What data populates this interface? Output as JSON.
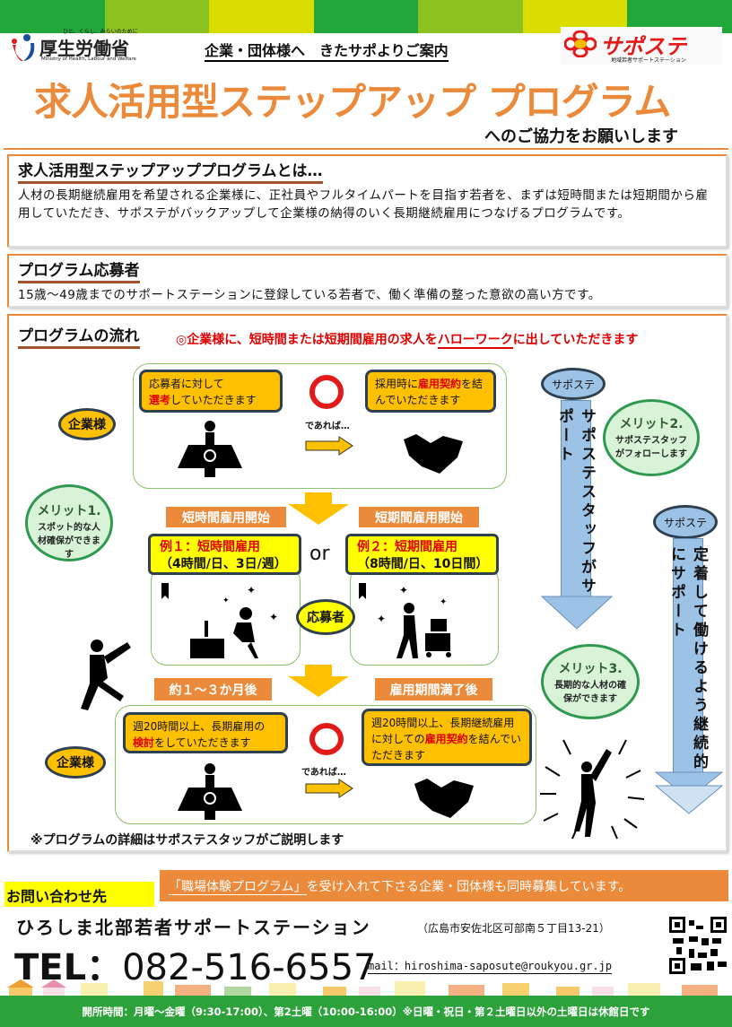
{
  "colors": {
    "stripe": [
      "#22a83a",
      "#8cc21f",
      "#d9de00",
      "#22a83a",
      "#8cc21f",
      "#d9de00",
      "#22a83a"
    ],
    "accent": "#ec8a3b",
    "footer": "#2ea23a"
  },
  "header": {
    "mhlw_tagline": "ひと、くらし、みらいのために",
    "mhlw_name": "厚生労働省",
    "mhlw_en": "Ministry of Health, Labour and Welfare",
    "subtitle": "企業・団体様へ　きたサポよりご案内",
    "saposute_logo": "サポステ",
    "saposute_sub": "地域若者サポートステーション",
    "title": "求人活用型ステップアップ プログラム",
    "title_sub": "へのご協力をお願いします"
  },
  "section1": {
    "heading": "求人活用型ステップアッププログラムとは…",
    "body": "人材の長期継続雇用を希望される企業様に、正社員やフルタイムパートを目指す若者を、まずは短時間または短期間から雇用していただき、サポステがバックアップして企業様の納得のいく長期継続雇用につなげるプログラムです。"
  },
  "section2": {
    "heading": "プログラム応募者",
    "body": "15歳～49歳までのサポートステーションに登録している若者で、働く準備の整った意欲の高い方です。"
  },
  "flow": {
    "heading": "プログラムの流れ",
    "note_pre": "◎企業様に、短時間または短期間雇用の求人を",
    "note_link": "ハローワーク",
    "note_post": "に出していただきます",
    "company": "企業様",
    "applicant": "応募者",
    "if_ok": "であれば…",
    "step1_left_a": "応募者に対して",
    "step1_left_red": "選考",
    "step1_left_b": "していただきます",
    "step1_right_a": "採用時に",
    "step1_right_red": "雇用契約",
    "step1_right_b": "を結んでいただきます",
    "label_short_time": "短時間雇用開始",
    "label_short_term": "短期間雇用開始",
    "ex1_title": "例１：短時間雇用",
    "ex1_detail": "（4時間/日、3日/週）",
    "ex2_title": "例２：短期間雇用",
    "ex2_detail": "（8時間/日、10日間）",
    "or": "or",
    "label_after": "約１～３か月後",
    "label_end": "雇用期間満了後",
    "step3_left_a": "週20時間以上、長期雇用の",
    "step3_left_red": "検討",
    "step3_left_b": "をしていただきます",
    "step3_right_a": "週20時間以上、長期継続雇用に対しての",
    "step3_right_red": "雇用契約",
    "step3_right_b": "を結んでいただきます",
    "saposute": "サポステ",
    "support_bar1": "サポステスタッフがサポート",
    "support_bar2": "定着して働けるよう継続的にサポート",
    "merit1_title": "メリット1.",
    "merit1_body": "スポット的な人材確保ができます",
    "merit2_title": "メリット2.",
    "merit2_body": "サポステスタッフがフォローします",
    "merit3_title": "メリット3.",
    "merit3_body": "長期的な人材の確保ができます",
    "footnote": "※プログラムの詳細はサポステスタッフがご説明します"
  },
  "contact": {
    "label": "お問い合わせ先",
    "banner_link": "「職場体験プログラム」",
    "banner_rest": "を受け入れて下さる企業・団体様も同時募集しています。",
    "org": "ひろしま北部若者サポートステーション",
    "address": "（広島市安佐北区可部南５丁目13-21）",
    "tel_label": "TEL：",
    "tel": "082-516-6557",
    "mail": "mail：hiroshima-saposute@roukyou.gr.jp",
    "hours": "開所時間：月曜～金曜（9:30-17:00）、第2土曜（10:00-16:00）※日曜・祝日・第２土曜日以外の土曜日は休館日です"
  }
}
